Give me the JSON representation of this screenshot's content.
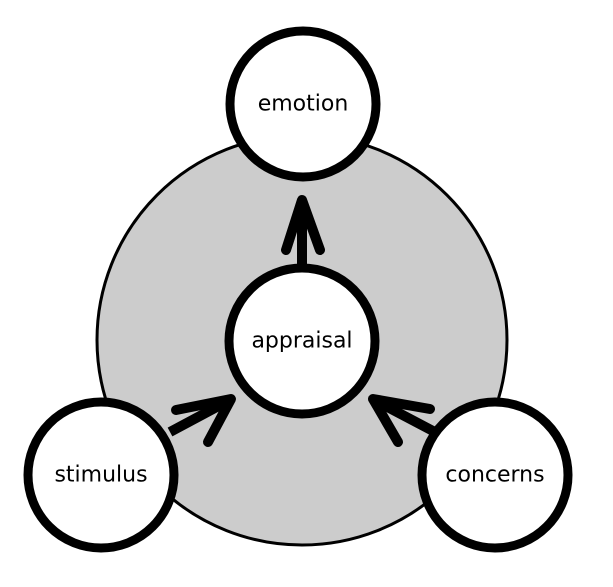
{
  "colors": {
    "background": "#ffffff",
    "ring_fill": "#cccccc",
    "node_fill": "#ffffff",
    "stroke": "#000000"
  },
  "nodes": {
    "emotion": {
      "label": "emotion"
    },
    "appraisal": {
      "label": "appraisal"
    },
    "stimulus": {
      "label": "stimulus"
    },
    "concerns": {
      "label": "concerns"
    }
  },
  "edges": [
    {
      "from": "stimulus",
      "to": "appraisal"
    },
    {
      "from": "concerns",
      "to": "appraisal"
    },
    {
      "from": "appraisal",
      "to": "emotion"
    }
  ]
}
